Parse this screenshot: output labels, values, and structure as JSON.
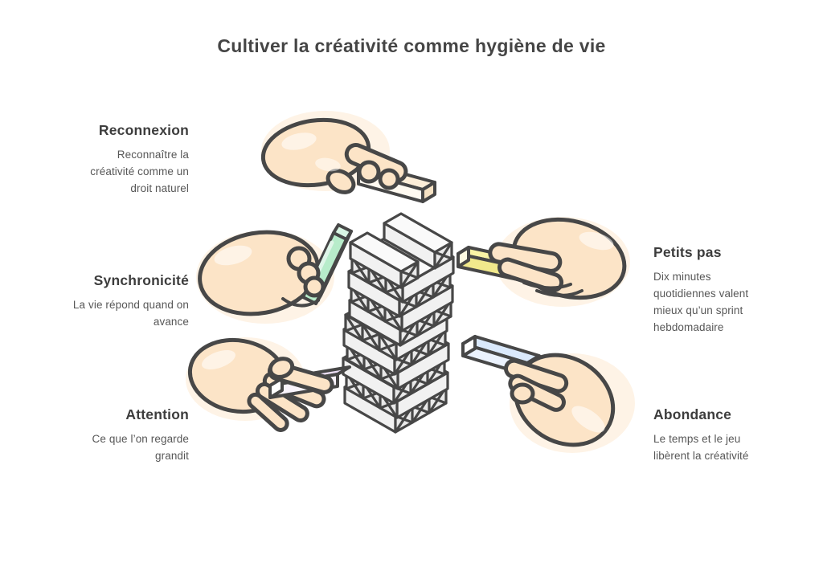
{
  "title": "Cultiver la créativité comme hygiène de vie",
  "concepts": {
    "reconnexion": {
      "label": "Reconnexion",
      "description": "Reconnaître la\ncréativité comme un\ndroit naturel"
    },
    "synchronicite": {
      "label": "Synchronicité",
      "description": "La vie répond quand on\navance"
    },
    "attention": {
      "label": "Attention",
      "description": "Ce que l’on regarde\ngrandit"
    },
    "petits_pas": {
      "label": "Petits pas",
      "description": "Dix minutes\nquotidiennes valent\nmieux qu’un sprint\nhebdomadaire"
    },
    "abondance": {
      "label": "Abondance",
      "description": "Le temps et le jeu\nlibèrent la créativité"
    }
  },
  "illustration": {
    "scene": "five-hands-placing-blocks-on-jenga-tower",
    "colors": {
      "outline": "#474747",
      "skin": "#fce4c7",
      "tower_face_left": "#f1f1f1",
      "tower_face_right": "#e9e9e9",
      "tower_top": "#fafafa",
      "block_top_neutral": "#fdeed8",
      "block_top_green": "#b7ecca",
      "block_top_yellow": "#f9f3a5",
      "block_top_pink": "#ecdff7",
      "block_top_blue": "#dae9fc"
    }
  }
}
